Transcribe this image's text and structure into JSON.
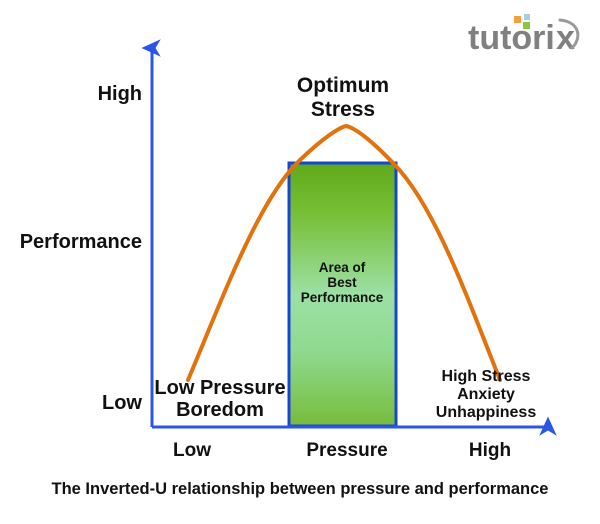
{
  "brand": {
    "name": "tutorix",
    "logo_icon": "tutorix-logo",
    "text_color": "#808080",
    "accent_orange": "#F2A03C",
    "accent_green": "#8CC63F",
    "accent_blue": "#A8CBE8"
  },
  "axes": {
    "y": {
      "title": "Performance",
      "high_label": "High",
      "low_label": "Low",
      "color": "#2A56E8",
      "arrow_icon": "arrow-up-icon"
    },
    "x": {
      "title": "Pressure",
      "low_label": "Low",
      "high_label": "High",
      "color": "#2A56E8",
      "arrow_icon": "arrow-right-icon"
    }
  },
  "annotations": {
    "peak": "Optimum\nStress",
    "peak_line1": "Optimum",
    "peak_line2": "Stress",
    "left_line1": "Low Pressure",
    "left_line2": "Boredom",
    "right_line1": "High Stress",
    "right_line2": "Anxiety",
    "right_line3": "Unhappiness",
    "region_line1": "Area of",
    "region_line2": "Best",
    "region_line3": "Performance"
  },
  "region": {
    "name": "Area of Best Performance",
    "border_color": "#1846D4",
    "fill_top": "#6FAF25",
    "fill_mid": "#9BE2A0",
    "fill_bottom": "#78BD3C"
  },
  "caption": "The Inverted-U relationship between pressure and performance",
  "chart_data": {
    "type": "line",
    "title": "The Inverted-U relationship between pressure and performance",
    "xlabel": "Pressure",
    "ylabel": "Performance",
    "xlim": [
      0,
      1
    ],
    "ylim": [
      0,
      1
    ],
    "xtick_labels": [
      "Low",
      "High"
    ],
    "ytick_labels": [
      "Low",
      "High"
    ],
    "grid": false,
    "legend": "none",
    "curve_color": "#E2720C",
    "curve_shape": "inverted-u parabola",
    "x": [
      0.09,
      0.18,
      0.28,
      0.38,
      0.48,
      0.58,
      0.68,
      0.78,
      0.88
    ],
    "y": [
      0.13,
      0.44,
      0.69,
      0.86,
      0.95,
      0.92,
      0.78,
      0.52,
      0.15
    ],
    "shaded_region": {
      "label": "Area of Best Performance",
      "x_start": 0.35,
      "x_end": 0.62,
      "y_top": 0.86,
      "y_bottom": 0.0
    },
    "annotations": [
      {
        "text": "Optimum Stress",
        "x": 0.49,
        "y": 1.05
      },
      {
        "text": "Low Pressure Boredom",
        "x": 0.1,
        "y": 0.12
      },
      {
        "text": "High Stress Anxiety Unhappiness",
        "x": 0.88,
        "y": 0.16
      }
    ]
  }
}
